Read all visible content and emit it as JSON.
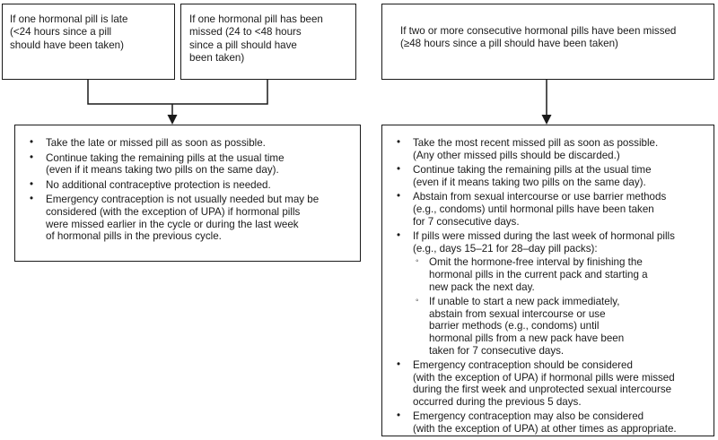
{
  "boxes": {
    "late": "If one hormonal pill is late\n(<24 hours since a pill\nshould have been taken)",
    "missed": "If one hormonal pill has been\nmissed (24 to <48 hours\nsince a pill should have\nbeen taken)",
    "two_or_more": "If two or more consecutive hormonal pills have been missed\n(≥48 hours since a pill should have been taken)"
  },
  "left_actions": [
    "Take the late or missed pill as soon as possible.",
    "Continue taking the remaining pills at the usual time\n(even if it means taking two pills on the same day).",
    "No additional contraceptive protection is needed.",
    "Emergency contraception is not usually needed but may be\nconsidered (with the exception of UPA) if hormonal pills\nwere missed earlier in the cycle or during the last week\nof hormonal pills in the previous cycle."
  ],
  "right_actions": {
    "item1": "Take the most recent missed pill as soon as possible.\n(Any other missed pills should be discarded.)",
    "item2": "Continue taking the remaining pills at the usual time\n(even if it means taking two pills on the same day).",
    "item3": "Abstain from sexual intercourse or use barrier methods\n(e.g., condoms) until hormonal pills have been taken\nfor 7 consecutive days.",
    "item4": "If pills were missed during the last week of hormonal pills\n(e.g., days 15–21 for 28–day pill packs):",
    "item4_sub1": "Omit the hormone-free interval by finishing the\nhormonal pills in the current pack and starting a\nnew pack the next day.",
    "item4_sub2": "If unable to start a new pack immediately,\nabstain from sexual intercourse or use\nbarrier methods (e.g., condoms) until\nhormonal pills from a new pack have been\ntaken for 7 consecutive days.",
    "item5": "Emergency contraception should be considered\n(with the exception of UPA) if hormonal pills were missed\nduring the first week and unprotected sexual intercourse\noccurred during the previous 5 days.",
    "item6": "Emergency contraception may also be considered\n(with the exception of UPA) at other times as appropriate."
  },
  "markers": {
    "bullet": "•",
    "sub_bullet": "◦"
  },
  "colors": {
    "line": "#1a1a1a",
    "text": "#1a1a1a"
  }
}
